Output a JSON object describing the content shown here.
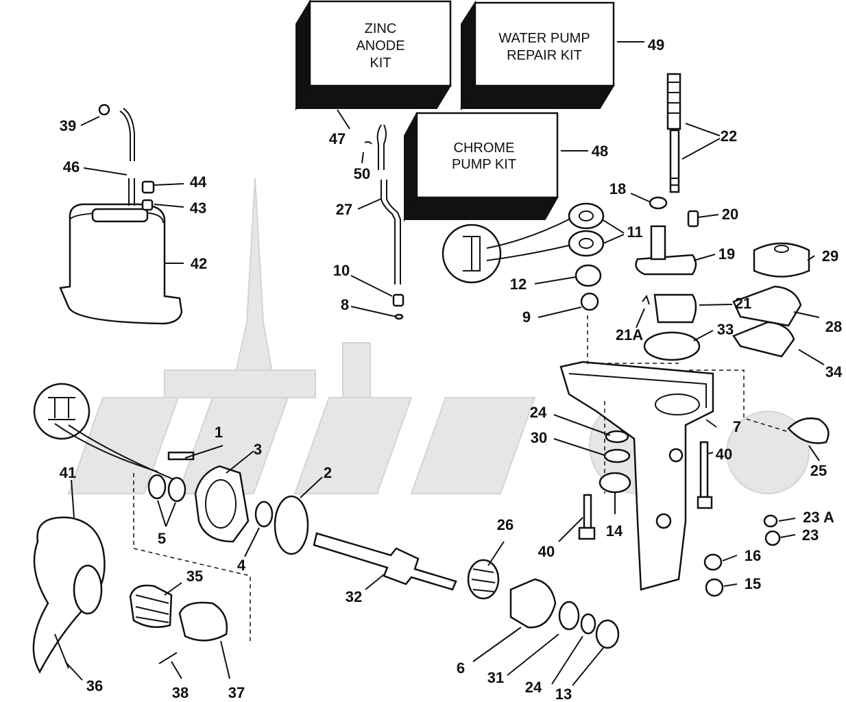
{
  "kits": {
    "zinc": [
      "ZINC",
      "ANODE",
      "KIT"
    ],
    "water_pump": [
      "WATER PUMP",
      "REPAIR KIT"
    ],
    "chrome": [
      "CHROME",
      "PUMP KIT"
    ]
  },
  "labels": {
    "l1": "1",
    "l2": "2",
    "l3": "3",
    "l4": "4",
    "l5": "5",
    "l6": "6",
    "l7": "7",
    "l8": "8",
    "l9": "9",
    "l10": "10",
    "l11": "11",
    "l12": "12",
    "l13": "13",
    "l14": "14",
    "l15": "15",
    "l16": "16",
    "l18": "18",
    "l19": "19",
    "l20": "20",
    "l21": "21",
    "l21a": "21A",
    "l22": "22",
    "l23": "23",
    "l23a": "23 A",
    "l24a": "24",
    "l24b": "24",
    "l25": "25",
    "l26": "26",
    "l27": "27",
    "l28": "28",
    "l29": "29",
    "l30": "30",
    "l31": "31",
    "l32": "32",
    "l33": "33",
    "l34": "34",
    "l35": "35",
    "l36": "36",
    "l37": "37",
    "l38": "38",
    "l39": "39",
    "l40a": "40",
    "l40b": "40",
    "l41": "41",
    "l42": "42",
    "l43": "43",
    "l44": "44",
    "l46": "46",
    "l47": "47",
    "l48": "48",
    "l49": "49",
    "l50": "50"
  },
  "colors": {
    "ink": "#111111",
    "paper": "#ffffff",
    "watermark": "#e6e6e6"
  }
}
